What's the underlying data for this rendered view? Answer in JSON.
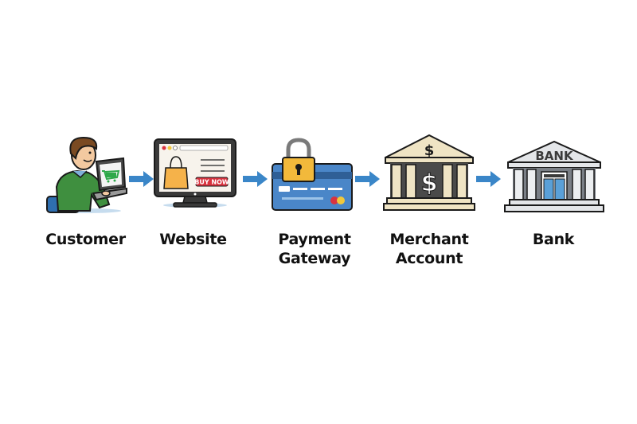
{
  "diagram": {
    "type": "payment-flow",
    "steps": [
      {
        "id": "customer",
        "label": "Customer",
        "icon": "customer-laptop-icon"
      },
      {
        "id": "website",
        "label": "Website",
        "icon": "website-monitor-icon",
        "button_text": "BUY NOW"
      },
      {
        "id": "gateway",
        "label": "Payment Gateway",
        "icon": "locked-credit-card-icon"
      },
      {
        "id": "merchant",
        "label_line1": "Merchant",
        "label_line2": "Account",
        "icon": "merchant-bank-dollar-icon",
        "symbol": "$"
      },
      {
        "id": "bank",
        "label": "Bank",
        "icon": "bank-building-icon",
        "sign": "BANK"
      }
    ],
    "edges": [
      {
        "from": "customer",
        "to": "website"
      },
      {
        "from": "website",
        "to": "gateway"
      },
      {
        "from": "gateway",
        "to": "merchant"
      },
      {
        "from": "merchant",
        "to": "bank"
      }
    ],
    "colors": {
      "arrow": "#3a86c8",
      "shirt": "#3f8f3f",
      "card": "#4a86c8",
      "lock": "#f2b93b",
      "bag": "#f5b24a",
      "buy_button": "#d9333f",
      "building": "#efe4c4",
      "bank_building": "#e3e5e8",
      "outline": "#1a1a1a"
    }
  }
}
